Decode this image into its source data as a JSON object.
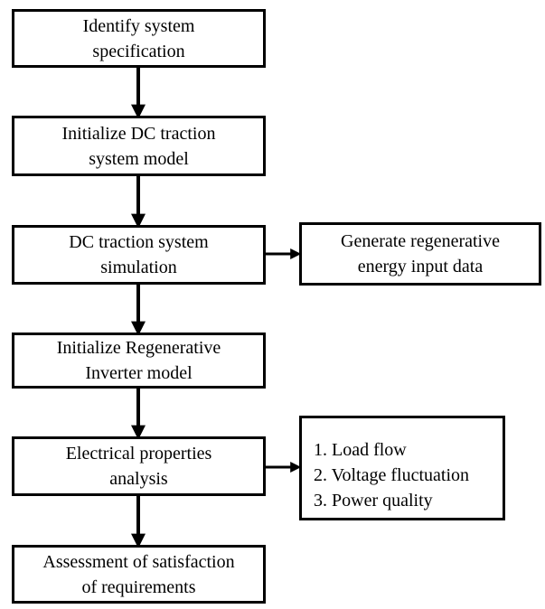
{
  "flow": {
    "steps": [
      {
        "id": "s1",
        "label": "Identify system\nspecification"
      },
      {
        "id": "s2",
        "label": "Initialize DC traction\nsystem model"
      },
      {
        "id": "s3",
        "label": "DC traction system\nsimulation"
      },
      {
        "id": "s4",
        "label": "Initialize Regenerative\nInverter model"
      },
      {
        "id": "s5",
        "label": "Electrical properties\nanalysis"
      },
      {
        "id": "s6",
        "label": "Assessment of satisfaction\nof requirements"
      }
    ],
    "side_output": {
      "label": "Generate regenerative\nenergy input data"
    },
    "analysis_list": {
      "items": [
        "1. Load flow",
        "2. Voltage fluctuation",
        "3. Power quality"
      ]
    }
  }
}
